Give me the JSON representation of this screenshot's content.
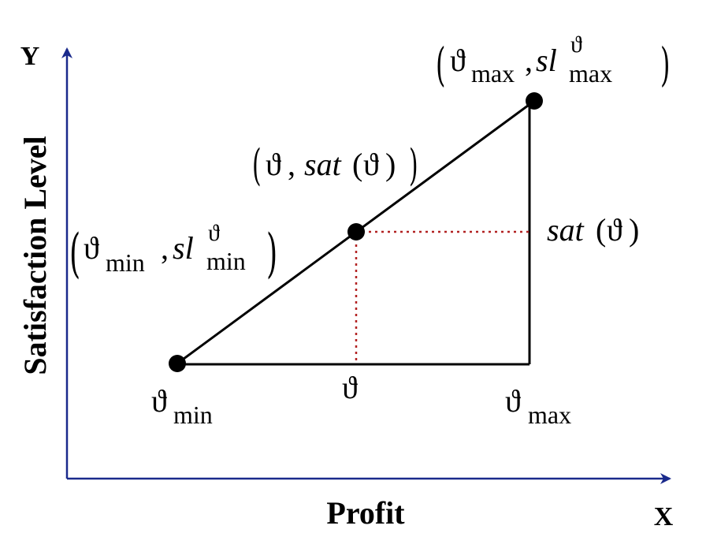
{
  "axes": {
    "x_label": "Profit",
    "y_label": "Satisfaction Level",
    "x_letter": "X",
    "y_letter": "Y",
    "axis_color": "#1a2a8c"
  },
  "colors": {
    "line": "#000000",
    "dotted": "#b22222",
    "point": "#000000"
  },
  "symbols": {
    "theta": "ϑ",
    "min_sub": "min",
    "max_sub": "max",
    "sl": "sl",
    "sat": "sat"
  },
  "labels": {
    "point_min": "(ϑmin, slϑmin)",
    "point_mid": "(ϑ, sat(ϑ))",
    "point_max": "(ϑmax, slϑmax)",
    "x_tick_min": "ϑmin",
    "x_tick_mid": "ϑ",
    "x_tick_max": "ϑmax",
    "height_label": "sat(ϑ)"
  }
}
